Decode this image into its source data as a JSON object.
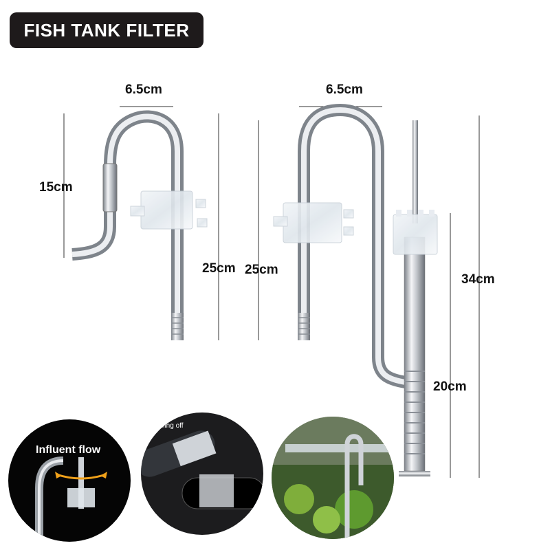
{
  "title": "FISH TANK FILTER",
  "dimensions": {
    "left_width": "6.5cm",
    "left_hook_height": "15cm",
    "left_length": "25cm",
    "right_length": "25cm",
    "right_width": "6.5cm",
    "total_height": "34cm",
    "lower_height": "20cm"
  },
  "insets": {
    "flow_label": "Influent flow",
    "detail_label": "lling off"
  },
  "colors": {
    "badge": "#1e1a1b",
    "steel": "#c9ccd1"
  }
}
